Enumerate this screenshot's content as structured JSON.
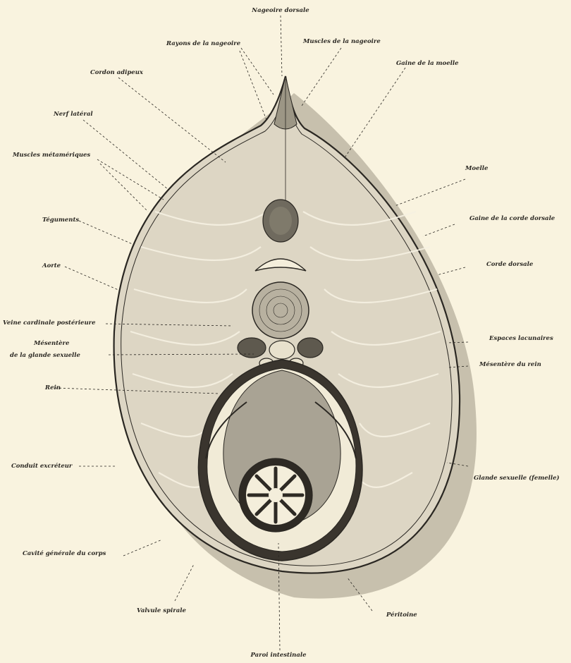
{
  "colors": {
    "paper": "#f9f3df",
    "ink": "#2a2722",
    "muscle_fill": "#ddd6c4",
    "cavity_fill": "#3a352e",
    "gland_fill": "#a9a394",
    "lumen_fill": "#f4eedb",
    "shadow": "#6b655a"
  },
  "labels": {
    "nageoire_dorsale": "Nageoire dorsale",
    "rayons_nageoire": "Rayons de la nageoire",
    "muscles_nageoire": "Muscles de la nageoire",
    "gaine_moelle": "Gaine de la moelle",
    "cordon_adipeux": "Cordon adipeux",
    "nerf_lateral": "Nerf latéral",
    "muscles_metameriques": "Muscles métamériques",
    "moelle": "Moelle",
    "gaine_corde": "Gaine de la corde dorsale",
    "teguments": "Téguments",
    "corde_dorsale": "Corde dorsale",
    "aorte": "Aorte",
    "veine_cardinale": "Veine cardinale postérieure",
    "espaces_lacunaires": "Espaces lacunaires",
    "mesentere_1": "Mésentère",
    "mesentere_2": "de la glande sexuelle",
    "mesentere_rein": "Mésentère du rein",
    "rein": "Rein",
    "conduit_excreteur": "Conduit excréteur",
    "glande_sexuelle": "Glande sexuelle (femelle)",
    "cavite_generale": "Cavité générale du corps",
    "valvule_spirale": "Valvule spirale",
    "peritoine": "Péritoine",
    "paroi_intestinale": "Paroi intestinale"
  }
}
